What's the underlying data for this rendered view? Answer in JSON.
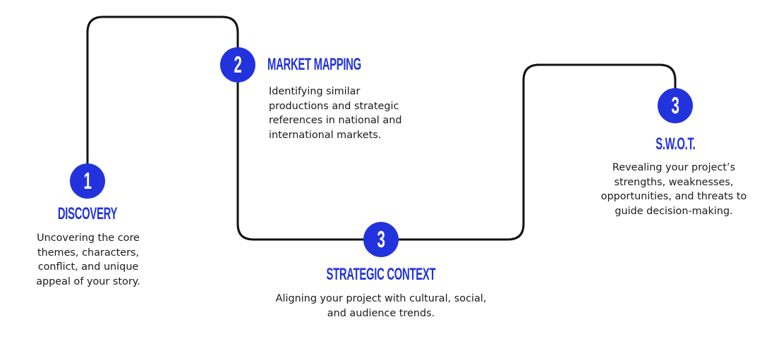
{
  "colors": {
    "accent": "#2233dd",
    "line": "#111111",
    "text": "#1a1a1a"
  },
  "steps": [
    {
      "number": "1",
      "title": "DISCOVERY",
      "description": "Uncovering the core themes, characters, conflict, and unique appeal of your story."
    },
    {
      "number": "2",
      "title": "MARKET MAPPING",
      "description": "Identifying similar productions and strategic references in national and international markets."
    },
    {
      "number": "3",
      "title": "STRATEGIC CONTEXT",
      "description": "Aligning your project with cultural, social, and audience trends."
    },
    {
      "number": "3",
      "title": "S.W.O.T.",
      "description": "Revealing your project’s strengths, weaknesses, opportunities, and threats to guide decision-making."
    }
  ]
}
